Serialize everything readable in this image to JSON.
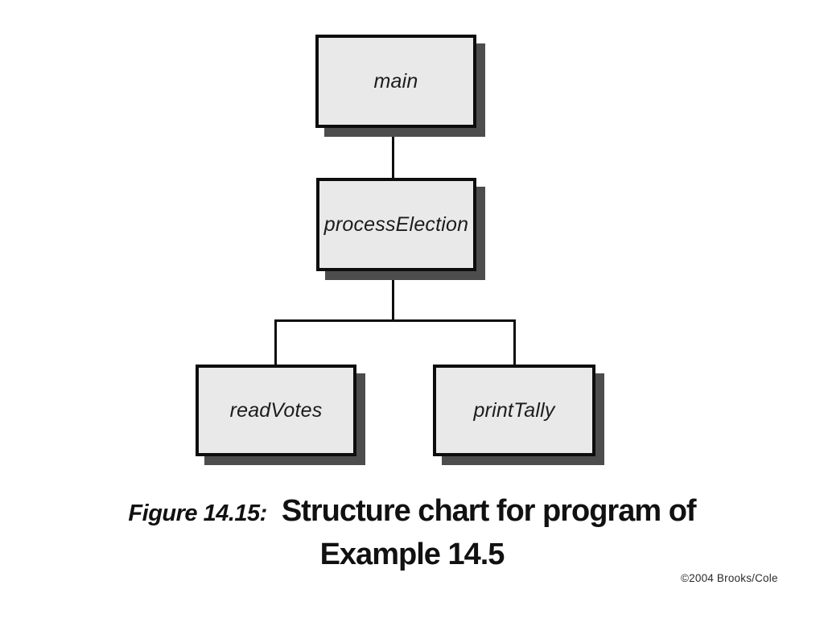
{
  "page": {
    "background_color": "#ffffff"
  },
  "diagram": {
    "type": "structure-chart",
    "box_fill_color": "#e9e9e9",
    "box_border_color": "#0d0d0d",
    "shadow_color": "#4d4d4d",
    "nodes": [
      {
        "id": "main",
        "label": "main",
        "level": 1
      },
      {
        "id": "processElection",
        "label": "processElection",
        "level": 2
      },
      {
        "id": "readVotes",
        "label": "readVotes",
        "level": 3
      },
      {
        "id": "printTally",
        "label": "printTally",
        "level": 3
      }
    ],
    "edges": [
      {
        "from": "main",
        "to": "processElection"
      },
      {
        "from": "processElection",
        "to": "readVotes"
      },
      {
        "from": "processElection",
        "to": "printTally"
      }
    ]
  },
  "caption": {
    "figure_label": "Figure 14.15:",
    "title_line1": "Structure chart for program of",
    "title_line2": "Example 14.5"
  },
  "footer": {
    "copyright": "©2004 Brooks/Cole"
  }
}
